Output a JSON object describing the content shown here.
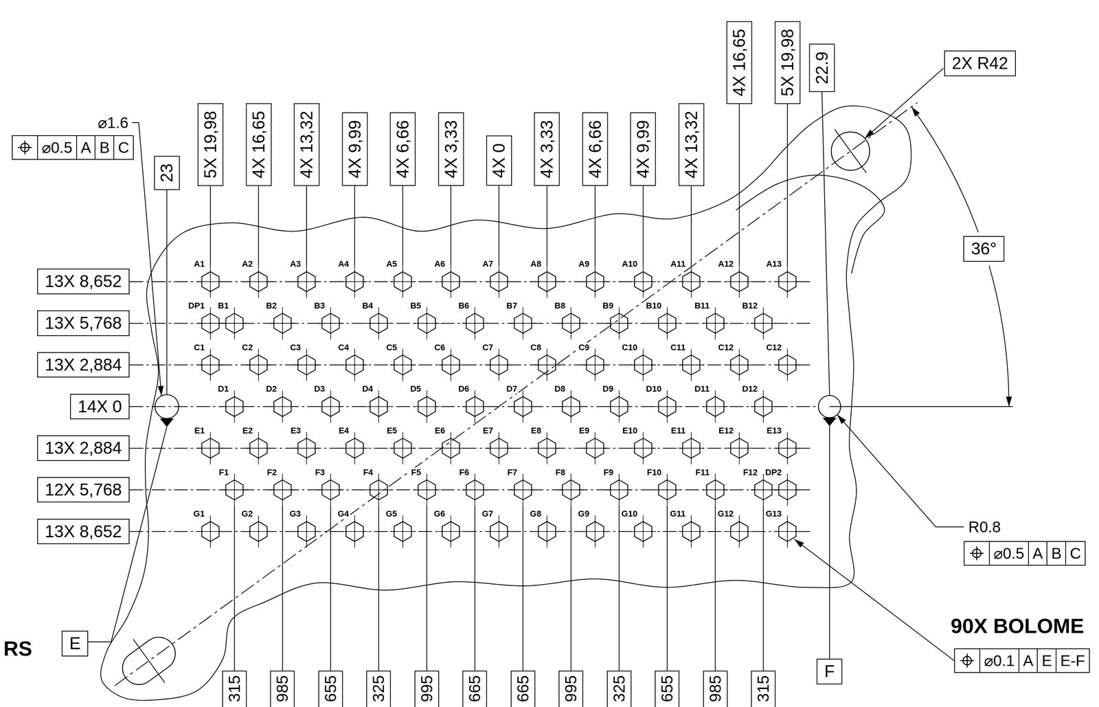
{
  "diagram": {
    "nodes": [
      {
        "text": [
          "⌀0.5",
          "A",
          "B",
          "C"
        ]
      },
      {
        "text": [
          "23"
        ]
      },
      {
        "text": [
          "5X 19,98"
        ]
      },
      {
        "text": [
          "4X 16,65"
        ]
      },
      {
        "text": [
          "4X 13,32"
        ]
      },
      {
        "text": [
          "4X 9,99"
        ]
      },
      {
        "text": [
          "4X 6,66"
        ]
      },
      {
        "text": [
          "4X 3,33"
        ]
      },
      {
        "text": [
          "4X 0"
        ]
      },
      {
        "text": [
          "4X 3,33"
        ]
      },
      {
        "text": [
          "4X 6,66"
        ]
      },
      {
        "text": [
          "4X 9,99"
        ]
      },
      {
        "text": [
          "4X 13,32"
        ]
      },
      {
        "text": [
          "4X 16,65"
        ]
      },
      {
        "text": [
          "5X 19,98"
        ]
      },
      {
        "text": [
          "22.9"
        ]
      },
      {
        "text": [
          "2X R42"
        ]
      },
      {
        "text": [
          "36°"
        ]
      },
      {
        "text": [
          "13X 8,652"
        ]
      },
      {
        "text": [
          "13X 5,768"
        ]
      },
      {
        "text": [
          "13X 2,884"
        ]
      },
      {
        "text": [
          "14X 0"
        ]
      },
      {
        "text": [
          "13X 2,884"
        ]
      },
      {
        "text": [
          "12X 5,768"
        ]
      },
      {
        "text": [
          "13X 8,652"
        ]
      },
      {
        "text": [
          "⌀0.5",
          "A",
          "B",
          "C"
        ]
      },
      {
        "text": [
          "E"
        ]
      },
      {
        "text": [
          "⌀0.1",
          "A",
          "E",
          "E-F"
        ]
      },
      {
        "text": [
          "F"
        ]
      },
      {
        "text": [
          "315"
        ]
      },
      {
        "text": [
          "985"
        ]
      },
      {
        "text": [
          "655"
        ]
      },
      {
        "text": [
          "325"
        ]
      },
      {
        "text": [
          "995"
        ]
      },
      {
        "text": [
          "665"
        ]
      },
      {
        "text": [
          "665"
        ]
      },
      {
        "text": [
          "995"
        ]
      },
      {
        "text": [
          "325"
        ]
      },
      {
        "text": [
          "655"
        ]
      },
      {
        "text": [
          "985"
        ]
      },
      {
        "text": [
          "315"
        ]
      }
    ],
    "labels": [
      "⌀1.6",
      "A1",
      "A2",
      "A3",
      "A4",
      "A5",
      "A6",
      "A7",
      "A8",
      "A9",
      "A10",
      "A11",
      "A12",
      "A13",
      "DP1",
      "B1",
      "B2",
      "B3",
      "B4",
      "B5",
      "B6",
      "B7",
      "B8",
      "B9",
      "B10",
      "B11",
      "B12",
      "C1",
      "C2",
      "C3",
      "C4",
      "C5",
      "C6",
      "C7",
      "C8",
      "C9",
      "C10",
      "C11",
      "C12",
      "C12",
      "D1",
      "D2",
      "D3",
      "D4",
      "D5",
      "D6",
      "D7",
      "D8",
      "D9",
      "D10",
      "D11",
      "D12",
      "E1",
      "E2",
      "E3",
      "E4",
      "E5",
      "E6",
      "E7",
      "E8",
      "E9",
      "E10",
      "E11",
      "E12",
      "E13",
      "F1",
      "F2",
      "F3",
      "F4",
      "F5",
      "F6",
      "F7",
      "F8",
      "F9",
      "F10",
      "F11",
      "F12",
      "DP2",
      "G1",
      "G2",
      "G3",
      "G4",
      "G5",
      "G6",
      "G7",
      "G8",
      "G9",
      "G10",
      "G11",
      "G12",
      "G13",
      "R0.8",
      "90X BOLOME",
      "RS"
    ]
  }
}
